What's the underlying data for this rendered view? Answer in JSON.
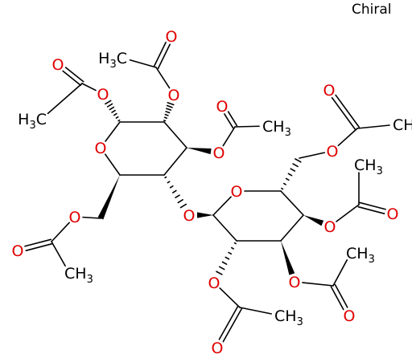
{
  "annotation": "Chiral",
  "colors": {
    "bond": "#000000",
    "carbon_label": "#000000",
    "oxygen": "#e00000"
  },
  "labels": {
    "O": "O",
    "CH3_C": "C",
    "CH3_H": "H",
    "CH3_sub": "3"
  }
}
